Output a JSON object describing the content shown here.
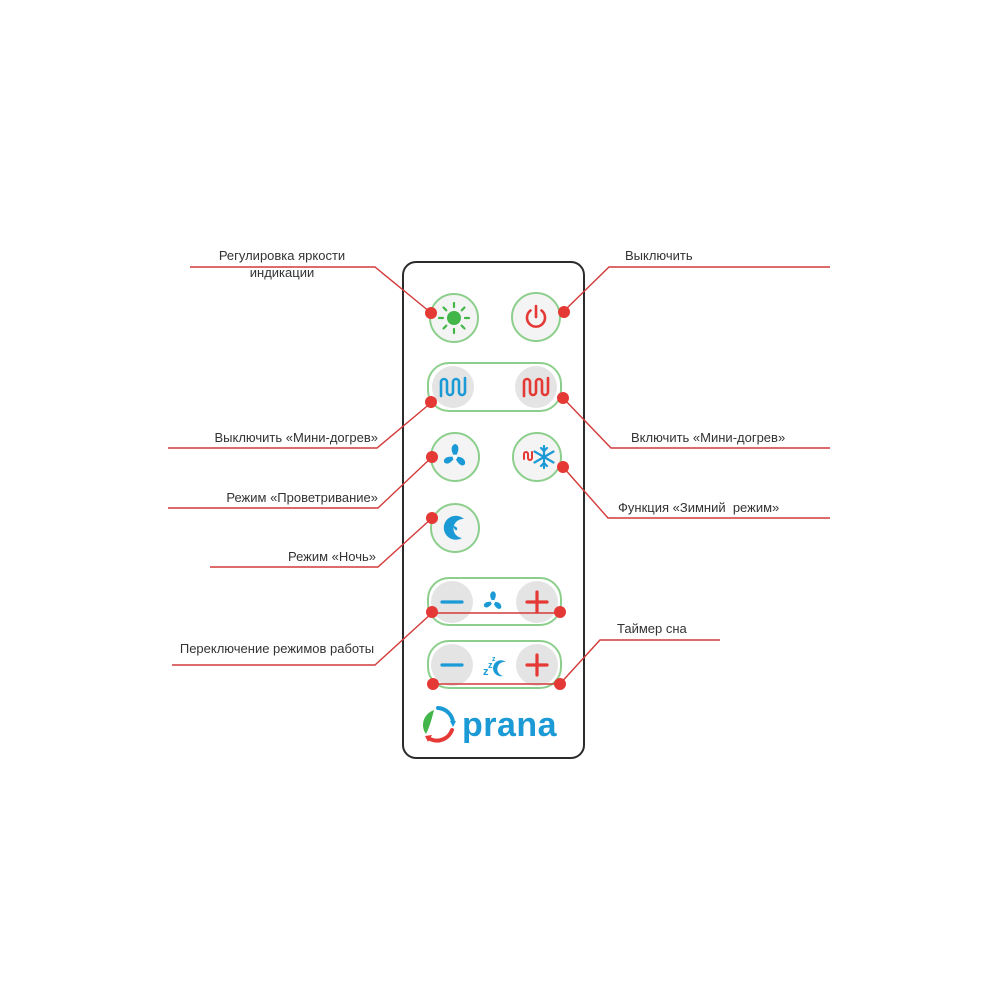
{
  "labels": {
    "brightness": "Регулировка яркости индикации",
    "power_off": "Выключить",
    "mini_heat_off": "Выключить «Мини-догрев»",
    "mini_heat_on": "Включить «Мини-догрев»",
    "ventilation": "Режим «Проветривание»",
    "winter_mode": "Функция «Зимний  режим»",
    "night_mode": "Режим «Ночь»",
    "mode_switch": "Переключение режимов работы",
    "sleep_timer": "Таймер сна"
  },
  "logo": {
    "text": "prana"
  },
  "colors": {
    "accent_red": "#e53935",
    "accent_blue": "#1b9ad6",
    "accent_green": "#43b649",
    "ring_green": "#8ccf8c",
    "line": "#d33a3a"
  },
  "icons": {
    "brightness": "sun-icon",
    "power": "power-icon",
    "heat_off": "heating-coil-blue-icon",
    "heat_on": "heating-coil-red-icon",
    "fan": "fan-icon",
    "winter": "snowflake-icon",
    "night": "moon-fan-icon",
    "minus": "minus-icon",
    "plus": "plus-icon",
    "sleep": "sleep-zzz-icon"
  }
}
